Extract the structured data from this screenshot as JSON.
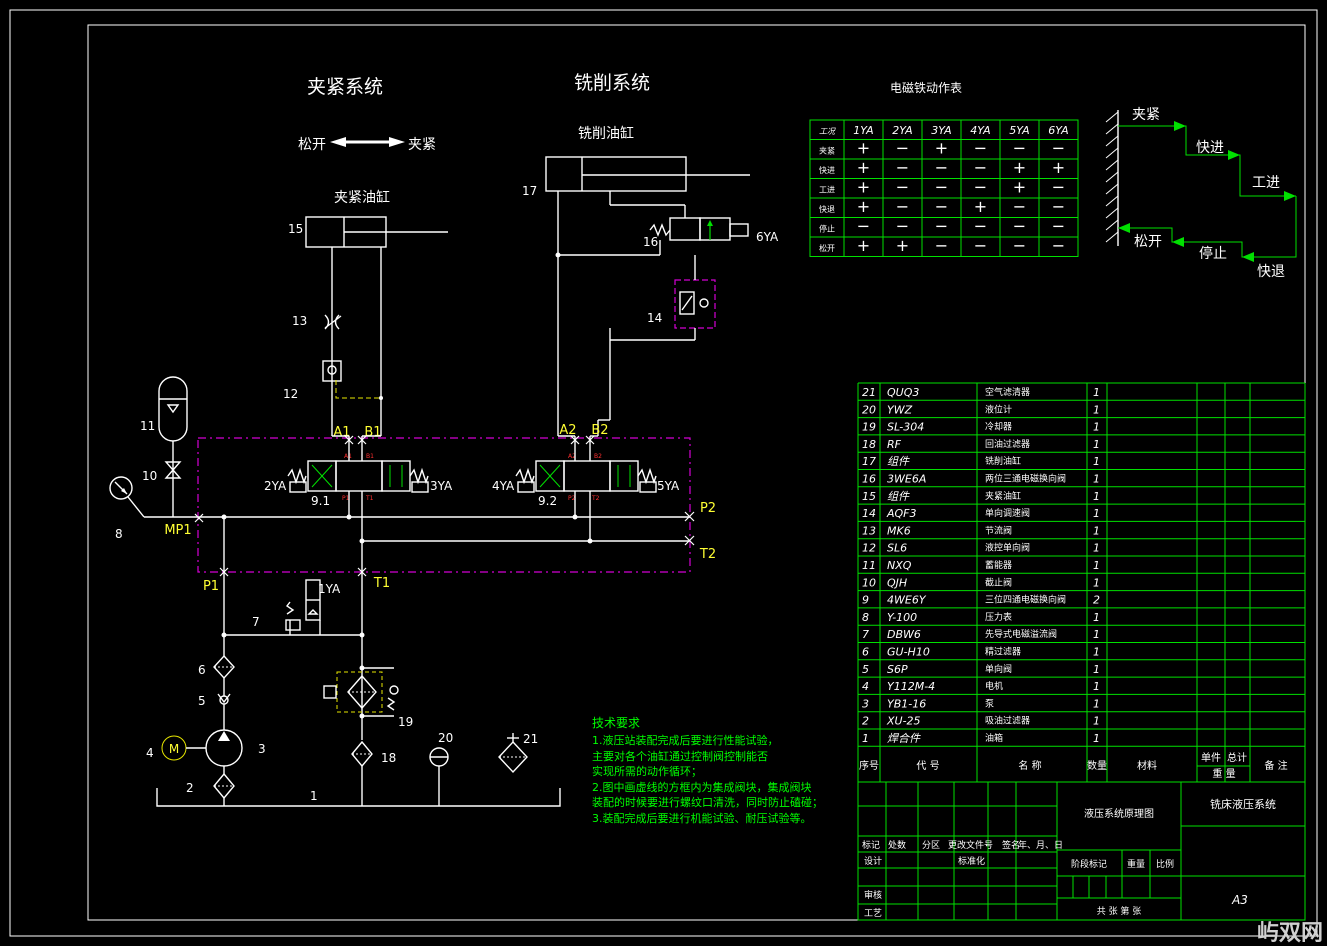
{
  "titles": {
    "clamp_system": "夹紧系统",
    "mill_system": "铣削系统",
    "release": "松开",
    "clamp": "夹紧",
    "clamp_cylinder": "夹紧油缸",
    "mill_cylinder": "铣削油缸"
  },
  "solenoid_table": {
    "title": "电磁铁动作表",
    "headers": [
      "工况",
      "1YA",
      "2YA",
      "3YA",
      "4YA",
      "5YA",
      "6YA"
    ],
    "rows": [
      [
        "夹紧",
        "+",
        "−",
        "+",
        "−",
        "−",
        "−"
      ],
      [
        "快进",
        "+",
        "−",
        "−",
        "−",
        "+",
        "+"
      ],
      [
        "工进",
        "+",
        "−",
        "−",
        "−",
        "+",
        "−"
      ],
      [
        "快退",
        "+",
        "−",
        "−",
        "+",
        "−",
        "−"
      ],
      [
        "停止",
        "−",
        "−",
        "−",
        "−",
        "−",
        "−"
      ],
      [
        "松开",
        "+",
        "+",
        "−",
        "−",
        "−",
        "−"
      ]
    ]
  },
  "cycle_diagram": {
    "steps": [
      "夹紧",
      "快进",
      "工进",
      "快退",
      "停止",
      "松开"
    ]
  },
  "component_labels": {
    "n1": "1",
    "n2": "2",
    "n3": "3",
    "n4": "4",
    "n5": "5",
    "n6": "6",
    "n7": "7",
    "n8": "8",
    "n10": "10",
    "n11": "11",
    "n12": "12",
    "n13": "13",
    "n14": "14",
    "n15": "15",
    "n16": "16",
    "n17": "17",
    "n18": "18",
    "n19": "19",
    "n20": "20",
    "n21": "21",
    "v91": "9.1",
    "v92": "9.2",
    "ya1": "1YA",
    "ya2": "2YA",
    "ya3": "3YA",
    "ya4": "4YA",
    "ya5": "5YA",
    "ya6": "6YA",
    "motor": "M"
  },
  "ports": {
    "A1": "A1",
    "B1": "B1",
    "A2": "A2",
    "B2": "B2",
    "MP1": "MP1",
    "P1": "P1",
    "T1": "T1",
    "P2": "P2",
    "T2": "T2"
  },
  "tech_requirements": {
    "title": "技术要求",
    "lines": [
      "1.液压站装配完成后要进行性能试验，",
      "主要对各个油缸通过控制阀控制能否",
      "实现所需的动作循环；",
      "2.图中画虚线的方框内为集成阀块，集成阀块",
      "装配的时候要进行螺纹口清洗，同时防止磕碰；",
      "3.装配完成后要进行机能试验、耐压试验等。"
    ]
  },
  "parts_list": [
    [
      "21",
      "QUQ3",
      "空气滤清器",
      "1"
    ],
    [
      "20",
      "YWZ",
      "液位计",
      "1"
    ],
    [
      "19",
      "SL-304",
      "冷却器",
      "1"
    ],
    [
      "18",
      "RF",
      "回油过滤器",
      "1"
    ],
    [
      "17",
      "组件",
      "铣削油缸",
      "1"
    ],
    [
      "16",
      "3WE6A",
      "两位三通电磁换向阀",
      "1"
    ],
    [
      "15",
      "组件",
      "夹紧油缸",
      "1"
    ],
    [
      "14",
      "AQF3",
      "单向调速阀",
      "1"
    ],
    [
      "13",
      "MK6",
      "节流阀",
      "1"
    ],
    [
      "12",
      "SL6",
      "液控单向阀",
      "1"
    ],
    [
      "11",
      "NXQ",
      "蓄能器",
      "1"
    ],
    [
      "10",
      "QJH",
      "截止阀",
      "1"
    ],
    [
      "9",
      "4WE6Y",
      "三位四通电磁换向阀",
      "2"
    ],
    [
      "8",
      "Y-100",
      "压力表",
      "1"
    ],
    [
      "7",
      "DBW6",
      "先导式电磁溢流阀",
      "1"
    ],
    [
      "6",
      "GU-H10",
      "精过滤器",
      "1"
    ],
    [
      "5",
      "S6P",
      "单向阀",
      "1"
    ],
    [
      "4",
      "Y112M-4",
      "电机",
      "1"
    ],
    [
      "3",
      "YB1-16",
      "泵",
      "1"
    ],
    [
      "2",
      "XU-25",
      "吸油过滤器",
      "1"
    ],
    [
      "1",
      "焊合件",
      "油箱",
      "1"
    ]
  ],
  "parts_header": {
    "seq": "序号",
    "code": "代 号",
    "name": "名 称",
    "qty": "数量",
    "material": "材料",
    "unit": "单件",
    "total": "总计",
    "weight": "重 量",
    "note": "备 注"
  },
  "title_block": {
    "drawing_name": "液压系统原理图",
    "project": "铣床液压系统",
    "sheet_size": "A3",
    "row_mark": [
      "标记",
      "处数",
      "分区",
      "更改文件号",
      "签名",
      "年、月、日"
    ],
    "design": "设计",
    "standard": "标准化",
    "stage": "阶段标记",
    "weight": "重量",
    "scale": "比例",
    "check": "审核",
    "process": "工艺",
    "sheets": "共  张  第  张"
  },
  "watermark": "屿双网"
}
